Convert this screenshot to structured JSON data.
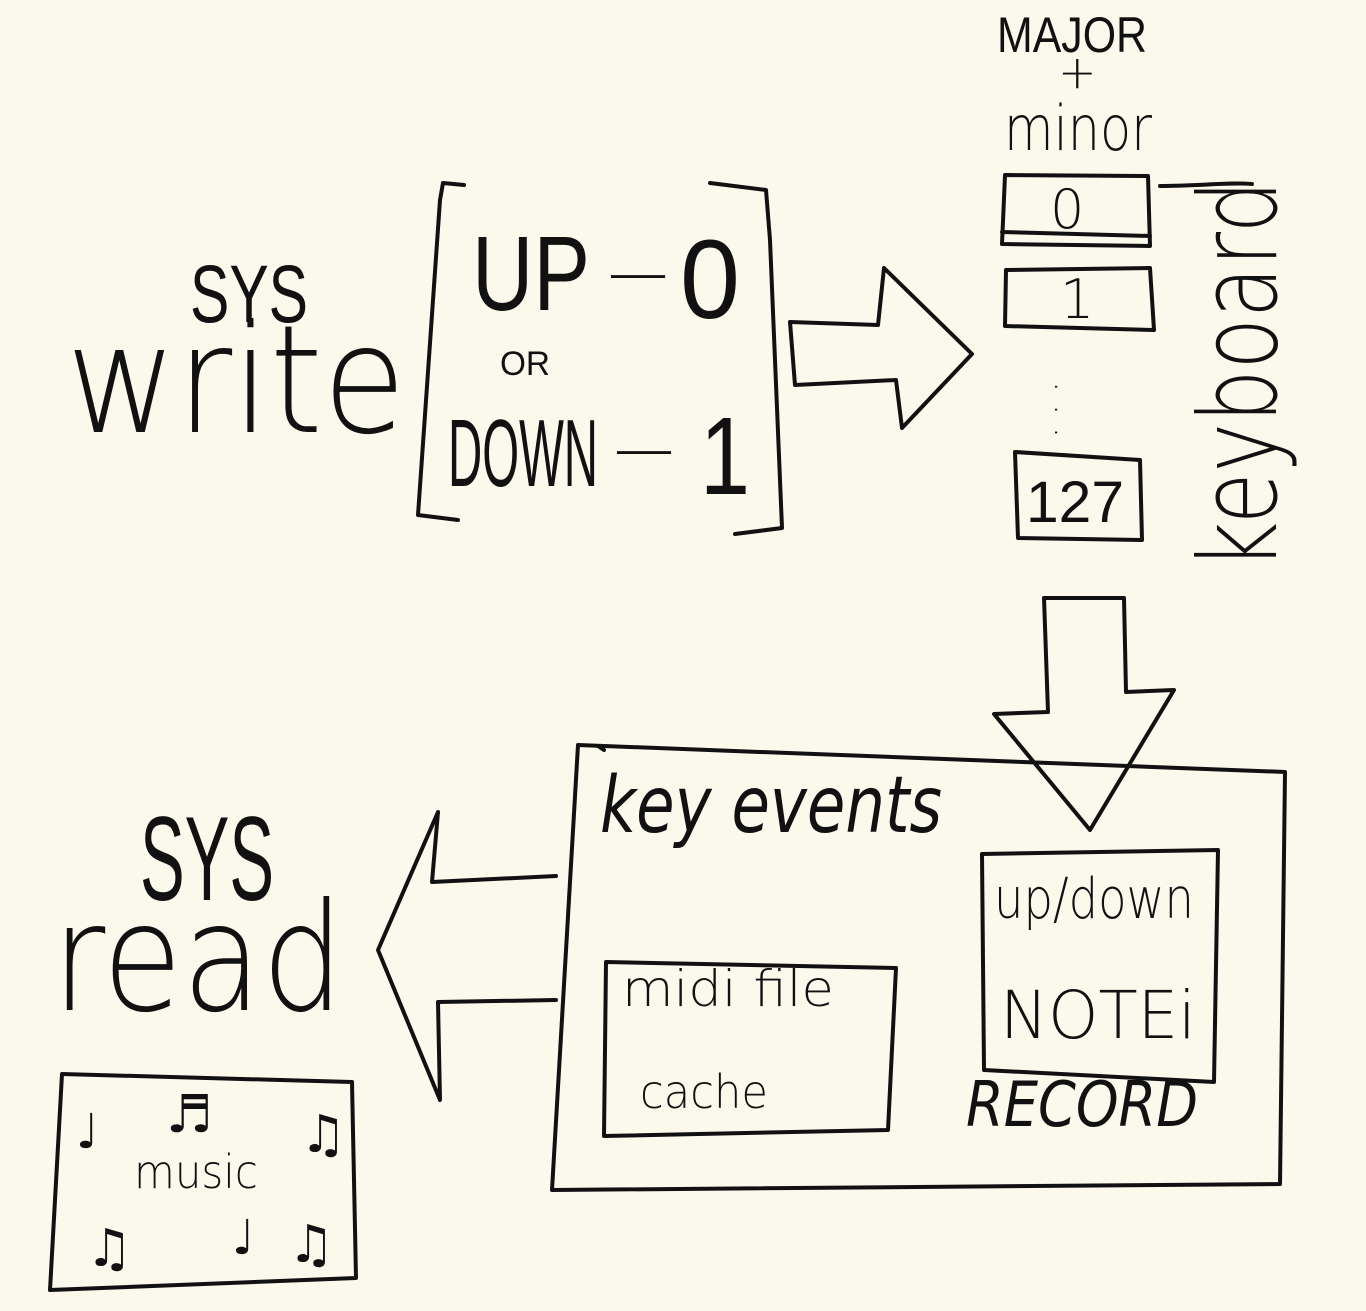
{
  "write_section": {
    "sys": "SYS",
    "write": "write",
    "up": "UP",
    "dash_up": "—",
    "up_value": "0",
    "or": "OR",
    "down": "DOWN",
    "dash_down": "—",
    "down_value": "1"
  },
  "keyboard": {
    "major": "MAJOR",
    "plus": "+",
    "minor": "minor",
    "keys": [
      "0",
      "1",
      "127"
    ],
    "ellipsis": ". . .",
    "label": "keyboard"
  },
  "events_box": {
    "title": "key events",
    "cache_line1": "midi file",
    "cache_line2": "cache",
    "record_line1": "up/down",
    "record_line2": "NOTEi",
    "record_label": "RECORD"
  },
  "read_section": {
    "sys": "SYS",
    "read": "read",
    "music": "music",
    "note_icons": [
      "♩",
      "♬",
      "♫",
      "♫",
      "♩",
      "♫"
    ]
  }
}
